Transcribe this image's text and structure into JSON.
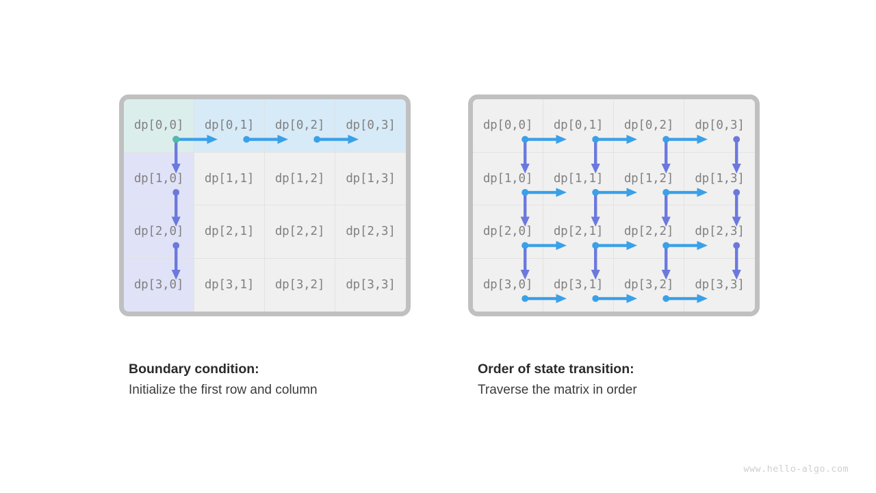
{
  "colors": {
    "frame": "#c0c0c0",
    "cell_default": "#f0f0f0",
    "cell_grid_line": "#e2e2e2",
    "cell_teal": "#dceeec",
    "cell_blue": "#d7eaf8",
    "cell_lavender": "#e0e3f7",
    "arrow_right": "#3aa0e8",
    "arrow_down": "#6b79dd",
    "origin_dot": "#4fb9ac",
    "label_text": "#808080",
    "caption_title": "#2b2b2b",
    "caption_body": "#3b3b3b",
    "watermark": "#cfcfcf"
  },
  "panels": [
    {
      "id": "boundary",
      "grid": {
        "rows": 4,
        "cols": 4,
        "cells": [
          [
            {
              "label": "dp[0,0]",
              "fill": "teal"
            },
            {
              "label": "dp[0,1]",
              "fill": "blue"
            },
            {
              "label": "dp[0,2]",
              "fill": "blue"
            },
            {
              "label": "dp[0,3]",
              "fill": "blue"
            }
          ],
          [
            {
              "label": "dp[1,0]",
              "fill": "lavender"
            },
            {
              "label": "dp[1,1]",
              "fill": "default"
            },
            {
              "label": "dp[1,2]",
              "fill": "default"
            },
            {
              "label": "dp[1,3]",
              "fill": "default"
            }
          ],
          [
            {
              "label": "dp[2,0]",
              "fill": "lavender"
            },
            {
              "label": "dp[2,1]",
              "fill": "default"
            },
            {
              "label": "dp[2,2]",
              "fill": "default"
            },
            {
              "label": "dp[2,3]",
              "fill": "default"
            }
          ],
          [
            {
              "label": "dp[3,0]",
              "fill": "lavender"
            },
            {
              "label": "dp[3,1]",
              "fill": "default"
            },
            {
              "label": "dp[3,2]",
              "fill": "default"
            },
            {
              "label": "dp[3,3]",
              "fill": "default"
            }
          ]
        ]
      },
      "arrows": {
        "right": [
          {
            "row": 0,
            "col": 0,
            "origin_dot": true
          },
          {
            "row": 0,
            "col": 1,
            "origin_dot": false
          },
          {
            "row": 0,
            "col": 2,
            "origin_dot": false
          }
        ],
        "down": [
          {
            "row": 0,
            "col": 0
          },
          {
            "row": 1,
            "col": 0
          },
          {
            "row": 2,
            "col": 0
          }
        ]
      },
      "caption": {
        "title": "Boundary condition:",
        "body": "Initialize the first row and column"
      }
    },
    {
      "id": "order",
      "grid": {
        "rows": 4,
        "cols": 4,
        "cells": [
          [
            {
              "label": "dp[0,0]",
              "fill": "default"
            },
            {
              "label": "dp[0,1]",
              "fill": "default"
            },
            {
              "label": "dp[0,2]",
              "fill": "default"
            },
            {
              "label": "dp[0,3]",
              "fill": "default"
            }
          ],
          [
            {
              "label": "dp[1,0]",
              "fill": "default"
            },
            {
              "label": "dp[1,1]",
              "fill": "default"
            },
            {
              "label": "dp[1,2]",
              "fill": "default"
            },
            {
              "label": "dp[1,3]",
              "fill": "default"
            }
          ],
          [
            {
              "label": "dp[2,0]",
              "fill": "default"
            },
            {
              "label": "dp[2,1]",
              "fill": "default"
            },
            {
              "label": "dp[2,2]",
              "fill": "default"
            },
            {
              "label": "dp[2,3]",
              "fill": "default"
            }
          ],
          [
            {
              "label": "dp[3,0]",
              "fill": "default"
            },
            {
              "label": "dp[3,1]",
              "fill": "default"
            },
            {
              "label": "dp[3,2]",
              "fill": "default"
            },
            {
              "label": "dp[3,3]",
              "fill": "default"
            }
          ]
        ]
      },
      "arrows": {
        "right": [
          {
            "row": 0,
            "col": 0
          },
          {
            "row": 0,
            "col": 1
          },
          {
            "row": 0,
            "col": 2
          },
          {
            "row": 1,
            "col": 0
          },
          {
            "row": 1,
            "col": 1
          },
          {
            "row": 1,
            "col": 2
          },
          {
            "row": 2,
            "col": 0
          },
          {
            "row": 2,
            "col": 1
          },
          {
            "row": 2,
            "col": 2
          },
          {
            "row": 3,
            "col": 0
          },
          {
            "row": 3,
            "col": 1
          },
          {
            "row": 3,
            "col": 2
          }
        ],
        "down": [
          {
            "row": 0,
            "col": 0
          },
          {
            "row": 0,
            "col": 1
          },
          {
            "row": 0,
            "col": 2
          },
          {
            "row": 0,
            "col": 3
          },
          {
            "row": 1,
            "col": 0
          },
          {
            "row": 1,
            "col": 1
          },
          {
            "row": 1,
            "col": 2
          },
          {
            "row": 1,
            "col": 3
          },
          {
            "row": 2,
            "col": 0
          },
          {
            "row": 2,
            "col": 1
          },
          {
            "row": 2,
            "col": 2
          },
          {
            "row": 2,
            "col": 3
          }
        ]
      },
      "caption": {
        "title": "Order of state transition:",
        "body": "Traverse the matrix in order"
      }
    }
  ],
  "watermark": "www.hello-algo.com"
}
